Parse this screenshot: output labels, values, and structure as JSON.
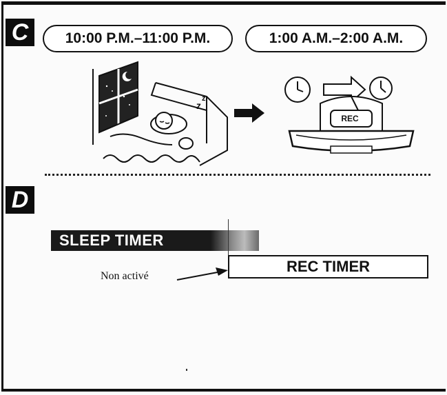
{
  "section_c": {
    "letter": "C",
    "time_left": "10:00 P.M.–11:00 P.M.",
    "time_right": "1:00 A.M.–2:00 A.M.",
    "rec_label": "REC"
  },
  "section_d": {
    "letter": "D",
    "sleep_timer_label": "SLEEP TIMER",
    "rec_timer_label": "REC TIMER",
    "non_active_label": "Non activé"
  },
  "colors": {
    "ink": "#111111",
    "background": "#fbfbfb"
  }
}
